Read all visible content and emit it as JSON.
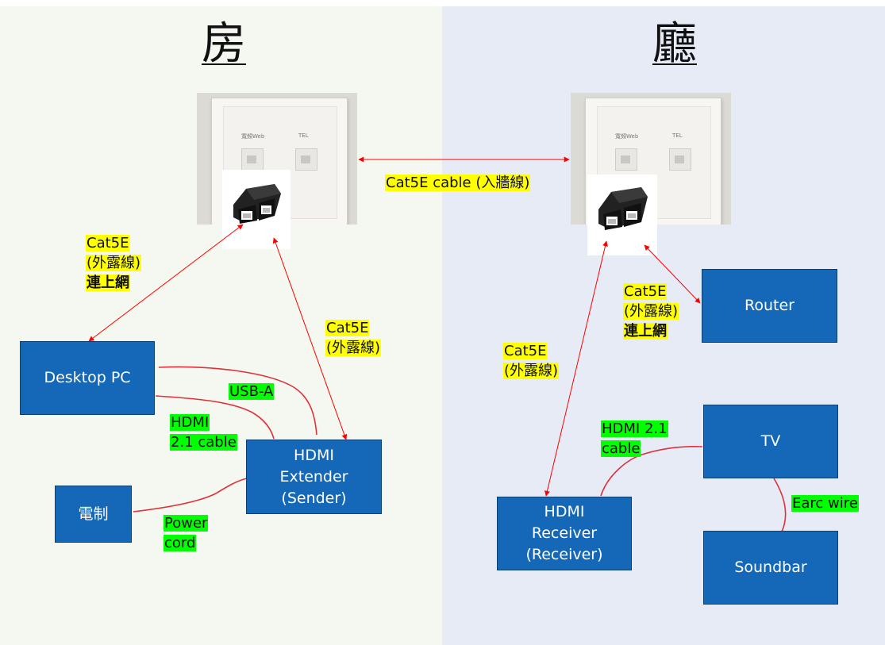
{
  "rooms": {
    "left": "房",
    "right": "廳"
  },
  "wall_plate": {
    "web_label": "寬頻Web",
    "tel_label": "TEL"
  },
  "boxes": {
    "desktop_pc": "Desktop PC",
    "hdmi_sender": "HDMI\nExtender\n(Sender)",
    "power_switch": "電制",
    "router": "Router",
    "tv": "TV",
    "hdmi_receiver": "HDMI\nReceiver\n(Receiver)",
    "soundbar": "Soundbar"
  },
  "labels": {
    "wall_cable": "Cat5E cable (入牆線)",
    "pc_cable": [
      "Cat5E",
      "(外露線)",
      "連上網"
    ],
    "sender_cable": [
      "Cat5E",
      "(外露線)"
    ],
    "receiver_cable": [
      "Cat5E",
      "(外露線)"
    ],
    "router_cable": [
      "Cat5E",
      "(外露線)",
      "連上網"
    ],
    "usb": "USB-A",
    "hdmi_left": [
      "HDMI",
      "2.1 cable"
    ],
    "power": [
      "Power",
      "cord"
    ],
    "hdmi_right": [
      "HDMI 2.1",
      "cable"
    ],
    "earc": "Earc wire"
  },
  "colors": {
    "box_fill": "#1567b8",
    "arrow": "#ff0000",
    "cable": "#e0303a",
    "highlight_yellow": "#ffff00",
    "highlight_green": "#00ff00"
  }
}
